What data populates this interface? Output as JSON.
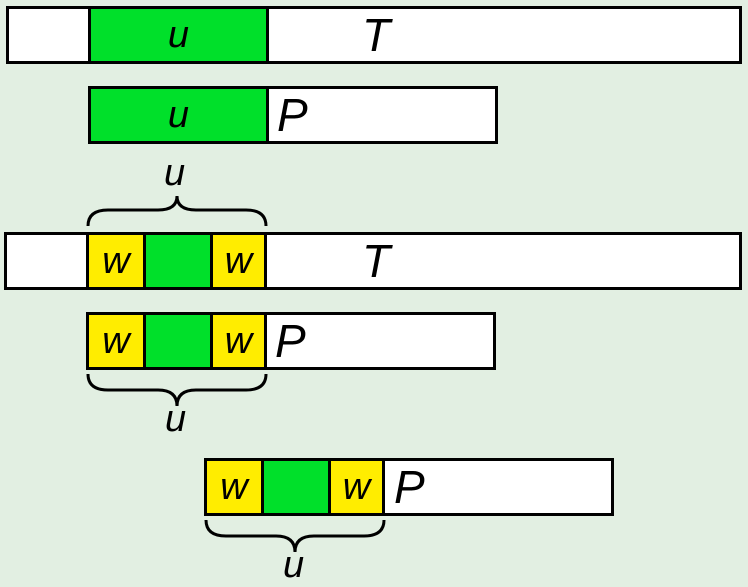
{
  "labels": {
    "text": "T",
    "pattern": "P",
    "prefix": "u",
    "border": "w"
  },
  "colors": {
    "background_tint": "#e2efe2",
    "prefix_fill": "#00e02a",
    "border_fill": "#ffed00",
    "outline": "#000000"
  }
}
